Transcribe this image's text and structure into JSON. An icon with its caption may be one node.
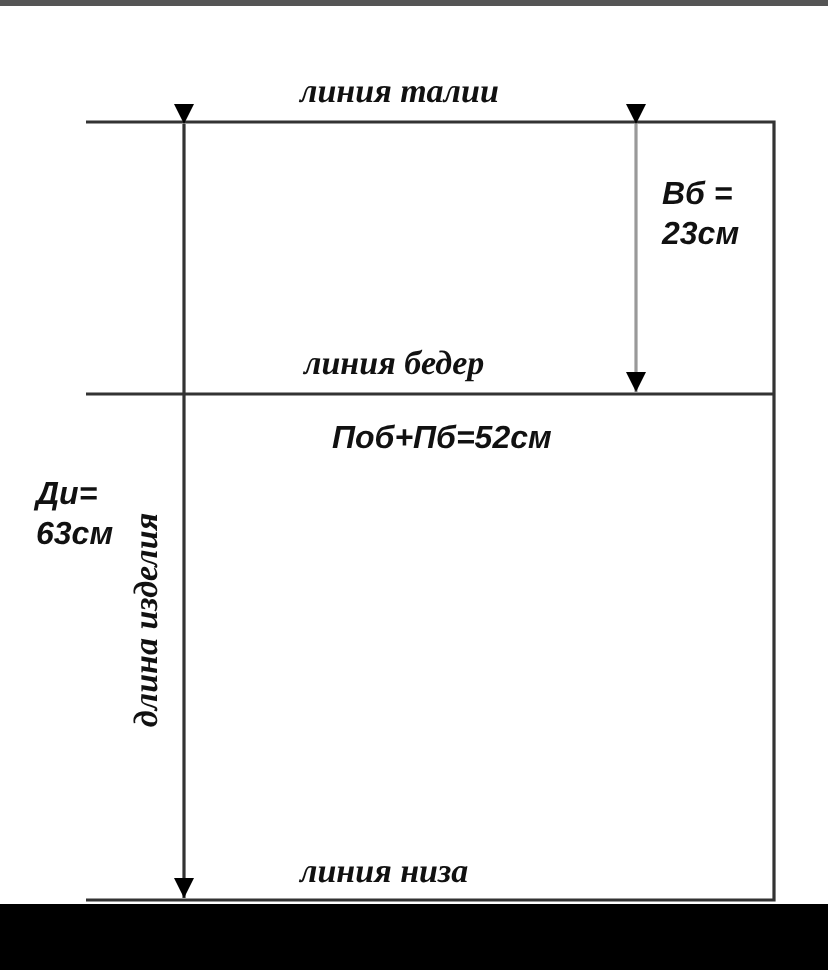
{
  "diagram": {
    "labels": [
      "линия талии",
      "Вб = 23см",
      "линия бедер",
      "Поб+Пб=52см",
      "Ди= 63см",
      "длина изделия",
      "линия низа"
    ]
  }
}
